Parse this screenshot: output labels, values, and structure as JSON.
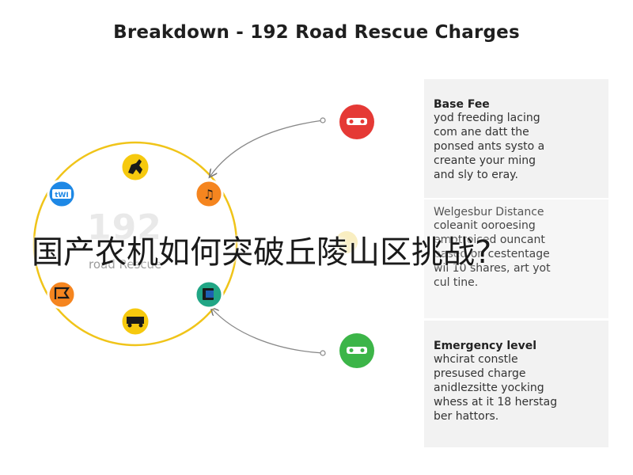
{
  "title": "Breakdown - 192 Road Rescue Charges",
  "center": {
    "number": "192",
    "label": "road Rescue"
  },
  "overlay_text": "国产农机如何突破丘陵山区挑战?",
  "panels": [
    {
      "heading": "Base Fee",
      "text": "yod freeding lacing\ncom ane datt the\nponsed ants systo a\ncreante your ming\nand sly to eray."
    },
    {
      "heading": "Welgesbur Distance",
      "text": "coleanit ooroesing\nemotroiced ouncant\nbased on cestentage\nwil 10 shares, art yot\ncul tine."
    },
    {
      "heading": "Emergency level",
      "text": "whcirat constle\npresused charge\nanidlezsitte yocking\nwhess at it 18 herstag\nber hattors."
    }
  ],
  "colors": {
    "ring": "#f0c419",
    "red": "#e53935",
    "green": "#3cb548",
    "yellow": "#f6c90e",
    "orange": "#f5851f",
    "blue": "#1e88e5",
    "teal": "#21a685"
  },
  "nodes": [
    {
      "name": "top-node",
      "icon": "animal-icon",
      "color": "#f6c90e"
    },
    {
      "name": "upper-right-node",
      "icon": "music-note-icon",
      "color": "#f5851f"
    },
    {
      "name": "lower-right-node",
      "icon": "document-icon",
      "color": "#21a685"
    },
    {
      "name": "bottom-node",
      "icon": "truck-icon",
      "color": "#f6c90e"
    },
    {
      "name": "lower-left-node",
      "icon": "flag-icon",
      "color": "#f5851f"
    },
    {
      "name": "upper-left-node",
      "icon": "sign-icon",
      "color": "#1e88e5"
    }
  ],
  "side_nodes": [
    {
      "name": "red-tow-node",
      "icon": "tow-truck-icon",
      "color": "#e53935"
    },
    {
      "name": "green-tow-node",
      "icon": "tow-truck-icon",
      "color": "#3cb548"
    }
  ]
}
